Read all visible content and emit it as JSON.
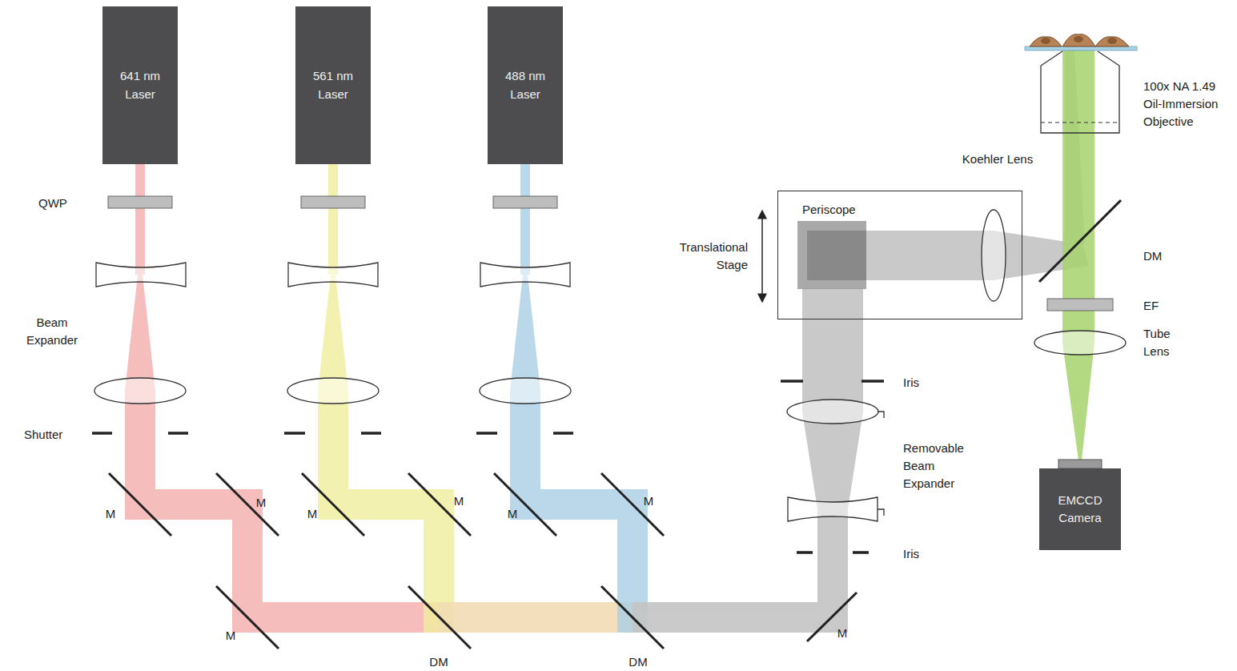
{
  "diagram": {
    "nodes": [
      {
        "text": [
          "641 nm Laser"
        ]
      },
      {
        "text": [
          "561 nm Laser"
        ]
      },
      {
        "text": [
          "488 nm Laser"
        ]
      },
      {
        "text": [
          "Periscope"
        ]
      },
      {
        "text": [
          "EMCCD Camera"
        ]
      }
    ],
    "labels": [
      "QWP",
      "Beam Expander",
      "Shutter",
      "M",
      "M",
      "M",
      "M",
      "M",
      "M",
      "M",
      "DM",
      "DM",
      "M",
      "Translational Stage",
      "Koehler Lens",
      "Iris",
      "Removable Beam Expander",
      "Iris",
      "100x NA 1.49 Oil-Immersion Objective",
      "DM",
      "EF",
      "Tube Lens"
    ]
  }
}
